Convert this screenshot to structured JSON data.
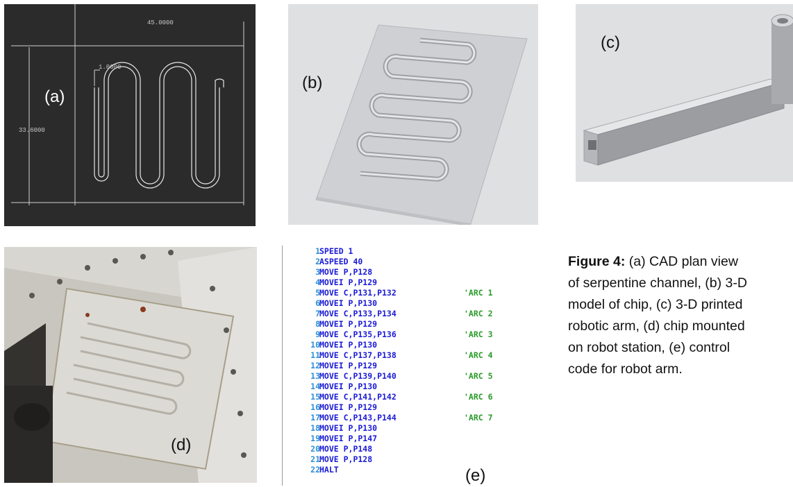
{
  "panel_a": {
    "label": "(a)",
    "dim_width": "45.0000",
    "dim_height": "33.6000",
    "dim_channel": "1.0000"
  },
  "panel_b": {
    "label": "(b)"
  },
  "panel_c": {
    "label": "(c)"
  },
  "panel_d": {
    "label": "(d)"
  },
  "panel_e": {
    "label": "(e)",
    "lines": [
      {
        "n": "1",
        "cmd": "SPEED 1",
        "comment": ""
      },
      {
        "n": "2",
        "cmd": "ASPEED 40",
        "comment": ""
      },
      {
        "n": "3",
        "cmd": "MOVE P,P128",
        "comment": ""
      },
      {
        "n": "4",
        "cmd": "MOVEI P,P129",
        "comment": ""
      },
      {
        "n": "5",
        "cmd": "MOVE C,P131,P132",
        "comment": "'ARC 1"
      },
      {
        "n": "6",
        "cmd": "MOVEI P,P130",
        "comment": ""
      },
      {
        "n": "7",
        "cmd": "MOVE C,P133,P134",
        "comment": "'ARC 2"
      },
      {
        "n": "8",
        "cmd": "MOVEI P,P129",
        "comment": ""
      },
      {
        "n": "9",
        "cmd": "MOVE C,P135,P136",
        "comment": "'ARC 3"
      },
      {
        "n": "10",
        "cmd": "MOVEI P,P130",
        "comment": ""
      },
      {
        "n": "11",
        "cmd": "MOVE C,P137,P138",
        "comment": "'ARC 4"
      },
      {
        "n": "12",
        "cmd": "MOVEI P,P129",
        "comment": ""
      },
      {
        "n": "13",
        "cmd": "MOVE C,P139,P140",
        "comment": "'ARC 5"
      },
      {
        "n": "14",
        "cmd": "MOVEI P,P130",
        "comment": ""
      },
      {
        "n": "15",
        "cmd": "MOVE C,P141,P142",
        "comment": "'ARC 6"
      },
      {
        "n": "16",
        "cmd": "MOVEI P,P129",
        "comment": ""
      },
      {
        "n": "17",
        "cmd": "MOVE C,P143,P144",
        "comment": "'ARC 7"
      },
      {
        "n": "18",
        "cmd": "MOVEI P,P130",
        "comment": ""
      },
      {
        "n": "19",
        "cmd": "MOVEI P,P147",
        "comment": ""
      },
      {
        "n": "20",
        "cmd": "MOVE P,P148",
        "comment": ""
      },
      {
        "n": "21",
        "cmd": "MOVE P,P128",
        "comment": ""
      },
      {
        "n": "22",
        "cmd": "HALT",
        "comment": ""
      }
    ]
  },
  "caption": {
    "label": "Figure 4:",
    "line1": "(a) CAD plan view",
    "line2": "of serpentine channel, (b) 3-D",
    "line3": "model of chip, (c) 3-D printed",
    "line4": "robotic arm, (d) chip mounted",
    "line5": "on robot station, (e) control",
    "line6": "code for robot arm."
  }
}
